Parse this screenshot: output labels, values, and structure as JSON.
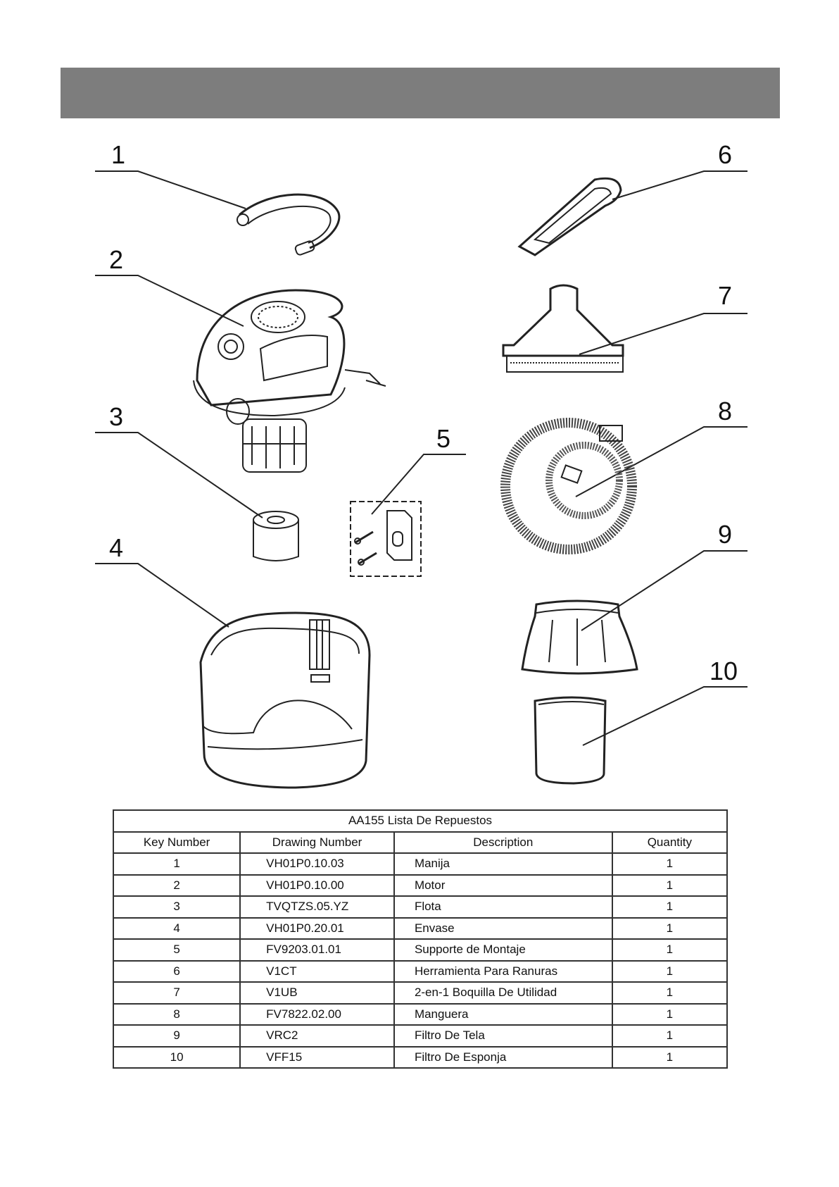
{
  "callouts": [
    "1",
    "2",
    "3",
    "4",
    "5",
    "6",
    "7",
    "8",
    "9",
    "10"
  ],
  "table": {
    "title": "AA155 Lista De Repuestos",
    "headers": [
      "Key Number",
      "Drawing Number",
      "Description",
      "Quantity"
    ],
    "rows": [
      [
        "1",
        "VH01P0.10.03",
        "Manija",
        "1"
      ],
      [
        "2",
        "VH01P0.10.00",
        "Motor",
        "1"
      ],
      [
        "3",
        "TVQTZS.05.YZ",
        "Flota",
        "1"
      ],
      [
        "4",
        "VH01P0.20.01",
        "Envase",
        "1"
      ],
      [
        "5",
        "FV9203.01.01",
        "Supporte de Montaje",
        "1"
      ],
      [
        "6",
        "V1CT",
        "Herramienta Para Ranuras",
        "1"
      ],
      [
        "7",
        "V1UB",
        "2-en-1 Boquilla De Utilidad",
        "1"
      ],
      [
        "8",
        "FV7822.02.00",
        "Manguera",
        "1"
      ],
      [
        "9",
        "VRC2",
        "Filtro De Tela",
        "1"
      ],
      [
        "10",
        "VFF15",
        "Filtro De Esponja",
        "1"
      ]
    ]
  }
}
